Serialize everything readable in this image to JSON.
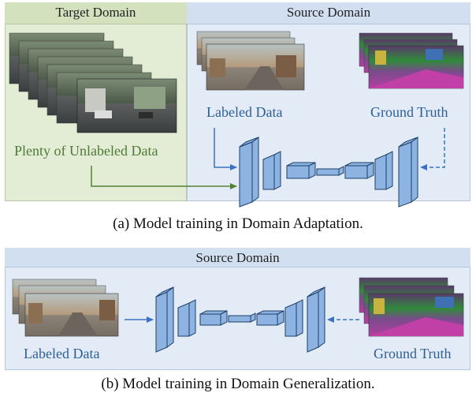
{
  "adaptation": {
    "target_header": "Target Domain",
    "source_header": "Source Domain",
    "labeled_data": "Labeled Data",
    "ground_truth": "Ground Truth",
    "unlabeled_data": "Plenty of Unlabeled Data",
    "caption": "(a) Model training in Domain Adaptation."
  },
  "generalization": {
    "source_header": "Source Domain",
    "labeled_data": "Labeled Data",
    "ground_truth": "Ground Truth",
    "caption": "(b) Model training in Domain Generalization."
  },
  "colors": {
    "target_bg": "#e3ecd5",
    "source_bg": "#e2ebf6",
    "green_text": "#4e7a35",
    "blue_text": "#2e5f95",
    "arrow_blue": "#3b72c4",
    "arrow_green": "#548235",
    "block_fill": "#8db3e2",
    "block_stroke": "#1f3f66"
  }
}
